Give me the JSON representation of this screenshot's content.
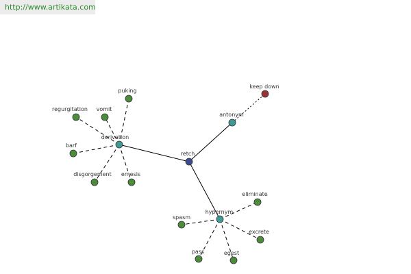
{
  "site": {
    "url": "http://www.artikata.com"
  },
  "colors": {
    "background": "#ffffff",
    "banner_background": "#ececec",
    "url_text": "#2e8b2e",
    "edge": "#000000",
    "node_outline": "#333333",
    "label": "#333333",
    "center_node": "#3b4a8f",
    "relation_node": "#3f9a96",
    "leaf_node": "#4d8c3c",
    "antonym_leaf_node": "#9a3434"
  },
  "graph": {
    "center": {
      "id": "retch",
      "label": "retch",
      "kind": "center"
    },
    "relations": [
      {
        "id": "derivation",
        "label": "derivation",
        "kind": "relation",
        "leaves": [
          {
            "id": "puking",
            "label": "puking"
          },
          {
            "id": "vomit",
            "label": "vomit"
          },
          {
            "id": "regurgitation",
            "label": "regurgitation"
          },
          {
            "id": "barf",
            "label": "barf"
          },
          {
            "id": "disgorgement",
            "label": "disgorgement"
          },
          {
            "id": "emesis",
            "label": "emesis"
          }
        ]
      },
      {
        "id": "antonym",
        "label": "antonym",
        "kind": "relation",
        "leaves": [
          {
            "id": "keep-down",
            "label": "keep down"
          }
        ]
      },
      {
        "id": "hypernym",
        "label": "hypernym",
        "kind": "relation",
        "leaves": [
          {
            "id": "eliminate",
            "label": "eliminate"
          },
          {
            "id": "spasm",
            "label": "spasm"
          },
          {
            "id": "excrete",
            "label": "excrete"
          },
          {
            "id": "pass",
            "label": "pass"
          },
          {
            "id": "egest",
            "label": "egest"
          }
        ]
      }
    ]
  }
}
